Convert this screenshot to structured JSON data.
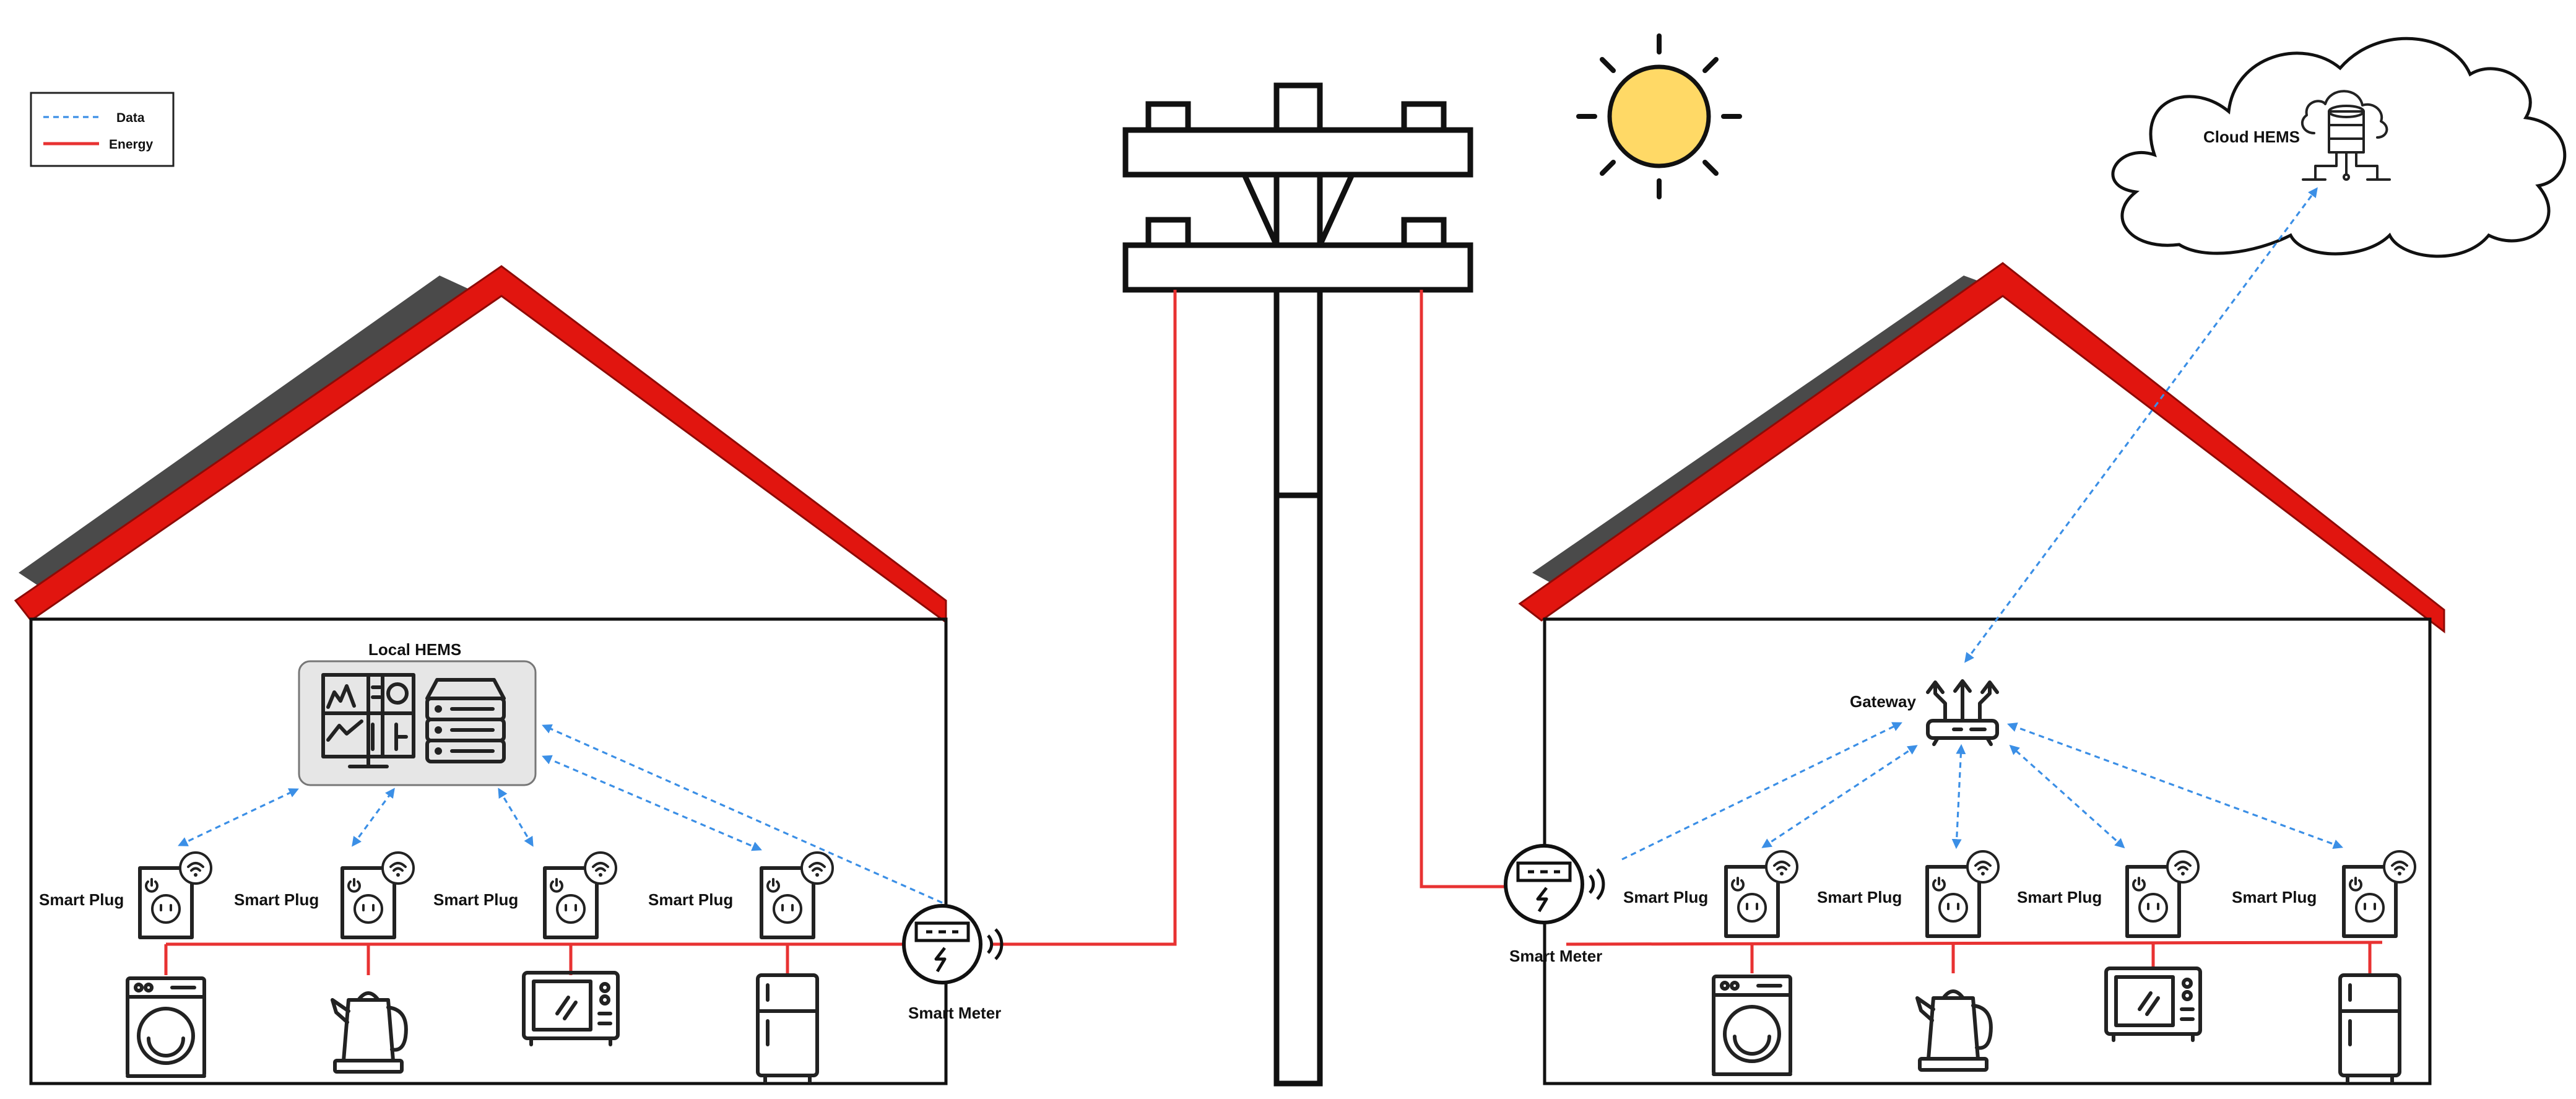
{
  "legend": {
    "data_label": "Data",
    "energy_label": "Energy"
  },
  "colors": {
    "data": "#3b8fe6",
    "energy": "#e83232",
    "roof": "#e1150f",
    "solar_panel": "#4a4a4a",
    "sun": "#ffd966"
  },
  "left_house": {
    "hems_label": "Local HEMS",
    "plug_labels": [
      "Smart Plug",
      "Smart Plug",
      "Smart Plug",
      "Smart Plug"
    ],
    "appliances": [
      "washing-machine-icon",
      "kettle-icon",
      "microwave-icon",
      "fridge-icon"
    ],
    "meter_label": "Smart Meter"
  },
  "right_house": {
    "gateway_label": "Gateway",
    "plug_labels": [
      "Smart Plug",
      "Smart Plug",
      "Smart Plug",
      "Smart Plug"
    ],
    "appliances": [
      "washing-machine-icon",
      "kettle-icon",
      "microwave-icon",
      "fridge-icon"
    ],
    "meter_label": "Smart Meter"
  },
  "cloud": {
    "label": "Cloud HEMS"
  }
}
